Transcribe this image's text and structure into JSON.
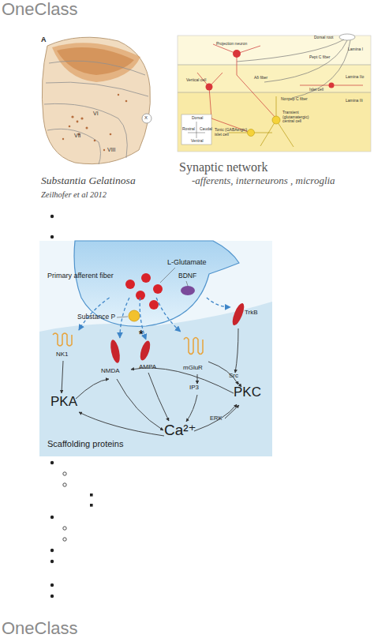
{
  "diagram": {
    "nodes": [
      {
        "text": [
          "Primary afferent fiber"
        ]
      },
      {
        "text": [
          "NK1"
        ]
      },
      {
        "text": [
          "NMDA"
        ]
      },
      {
        "text": [
          "AMPA"
        ]
      },
      {
        "text": [
          "mGluR"
        ]
      },
      {
        "text": [
          "TrkB"
        ]
      }
    ],
    "edges": [
      {
        "from": 0,
        "to": 1,
        "arrow": "to"
      },
      {
        "from": 0,
        "to": 2,
        "arrow": "to"
      },
      {
        "from": 0,
        "to": 3,
        "arrow": "to"
      },
      {
        "from": 0,
        "to": 4,
        "arrow": "to"
      },
      {
        "from": 0,
        "to": 5,
        "arrow": "to"
      }
    ],
    "labels": [
      "OneClass",
      "A",
      "VI",
      "VII",
      "VIII",
      "X",
      "Dorsal root",
      "Lamina I",
      "Lamina IIo",
      "Lamina IIi",
      "Projection neuron",
      "Pept C fiber",
      "Aδ fiber",
      "Vertical cell",
      "Islet cell",
      "Nonpep C fiber",
      "Transient (glutamatergic) central cell",
      "Tonic (GABAergic) islet cell",
      "Dorsal",
      "Ventral",
      "Rostral",
      "Caudal",
      "Substantia Gelatinosa",
      "Zeilhofer et al 2012",
      "Synaptic network",
      "-afferents, interneurons , microglia",
      "L-Glutamate",
      "BDNF",
      "Substance P",
      "*",
      "IP3",
      "Src",
      "PKC",
      "PKA",
      "ERK",
      "Ca²⁺",
      "Scaffolding proteins",
      "OneClass"
    ]
  }
}
